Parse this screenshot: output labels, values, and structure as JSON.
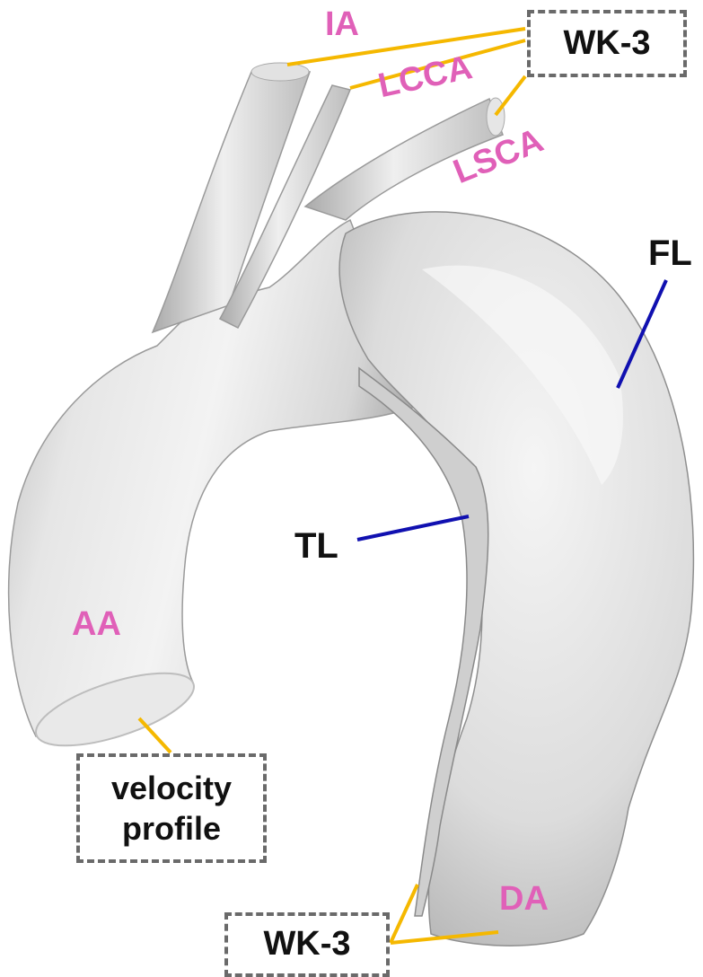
{
  "diagram": {
    "vessel_labels": {
      "ia": "IA",
      "lcca": "LCCA",
      "lsca": "LSCA",
      "aa": "AA",
      "da": "DA"
    },
    "lumen_labels": {
      "fl": "FL",
      "tl": "TL"
    },
    "boundary_boxes": {
      "top_outlet": "WK-3",
      "bottom_outlet": "WK-3",
      "inlet_line1": "velocity",
      "inlet_line2": "profile"
    },
    "colors": {
      "vessel_label": "#e060b8",
      "leader_line": "#f5b800",
      "lumen_pointer": "#1010b0",
      "box_border": "#6a6a6a",
      "vessel_surface": "#d9d9d9"
    }
  }
}
